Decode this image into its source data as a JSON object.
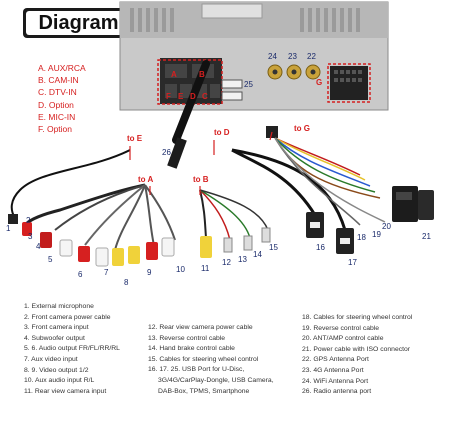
{
  "title": "Diagram",
  "legend": [
    "A. AUX/RCA",
    "B. CAM-IN",
    "C. DTV-IN",
    "D. Option",
    "E. MIC-IN",
    "F. Option"
  ],
  "unit_labels": {
    "port_a": "A",
    "port_b": "B",
    "port_f": "F",
    "port_e": "E",
    "port_d": "D",
    "port_c": "C",
    "num_24": "24",
    "num_23": "23",
    "num_22": "22",
    "num_25": "25",
    "port_g": "G"
  },
  "pointers": {
    "to_e": "to E",
    "to_d": "to D",
    "to_g": "to G",
    "to_a": "to A",
    "to_b": "to B"
  },
  "callouts": {
    "n1": "1",
    "n2": "2",
    "n3": "3",
    "n4": "4",
    "n5": "5",
    "n6": "6",
    "n7": "7",
    "n8": "8",
    "n9": "9",
    "n10": "10",
    "n11": "11",
    "n12": "12",
    "n13": "13",
    "n14": "14",
    "n15": "15",
    "n16": "16",
    "n17": "17",
    "n18": "18",
    "n19": "19",
    "n20": "20",
    "n21": "21",
    "n26": "26"
  },
  "descriptions": {
    "col1": [
      "1. External microphone",
      "2. Front camera power cable",
      "3. Front camera input",
      "4. Subwoofer output",
      "5. 6. Audio output FR/FL/RR/RL",
      "7. Aux video input",
      "8. 9. Video output 1/2",
      "10. Aux audio input R/L",
      "11. Rear view camera input"
    ],
    "col2": [
      "12. Rear view camera power cable",
      "13. Reverse control cable",
      "14. Hand brake control cable",
      "15. Cables for steering wheel control",
      "16. 17. 25. USB Port for U-Disc,",
      "3G/4G/CarPlay-Dongle, USB Camera,",
      "DAB-Box, TPMS, Smartphone"
    ],
    "col3": [
      "18. Cables for steering wheel control",
      "19. Reverse control cable",
      "20. ANT/AMP control cable",
      "21. Power cable with ISO connector",
      "22. GPS Antenna Port",
      "23. 4G Antenna Port",
      "24. WiFi Antenna Port",
      "26. Radio antenna port"
    ]
  },
  "colors": {
    "accent_red": "#d62020",
    "callout_blue": "#1a2a6a"
  }
}
